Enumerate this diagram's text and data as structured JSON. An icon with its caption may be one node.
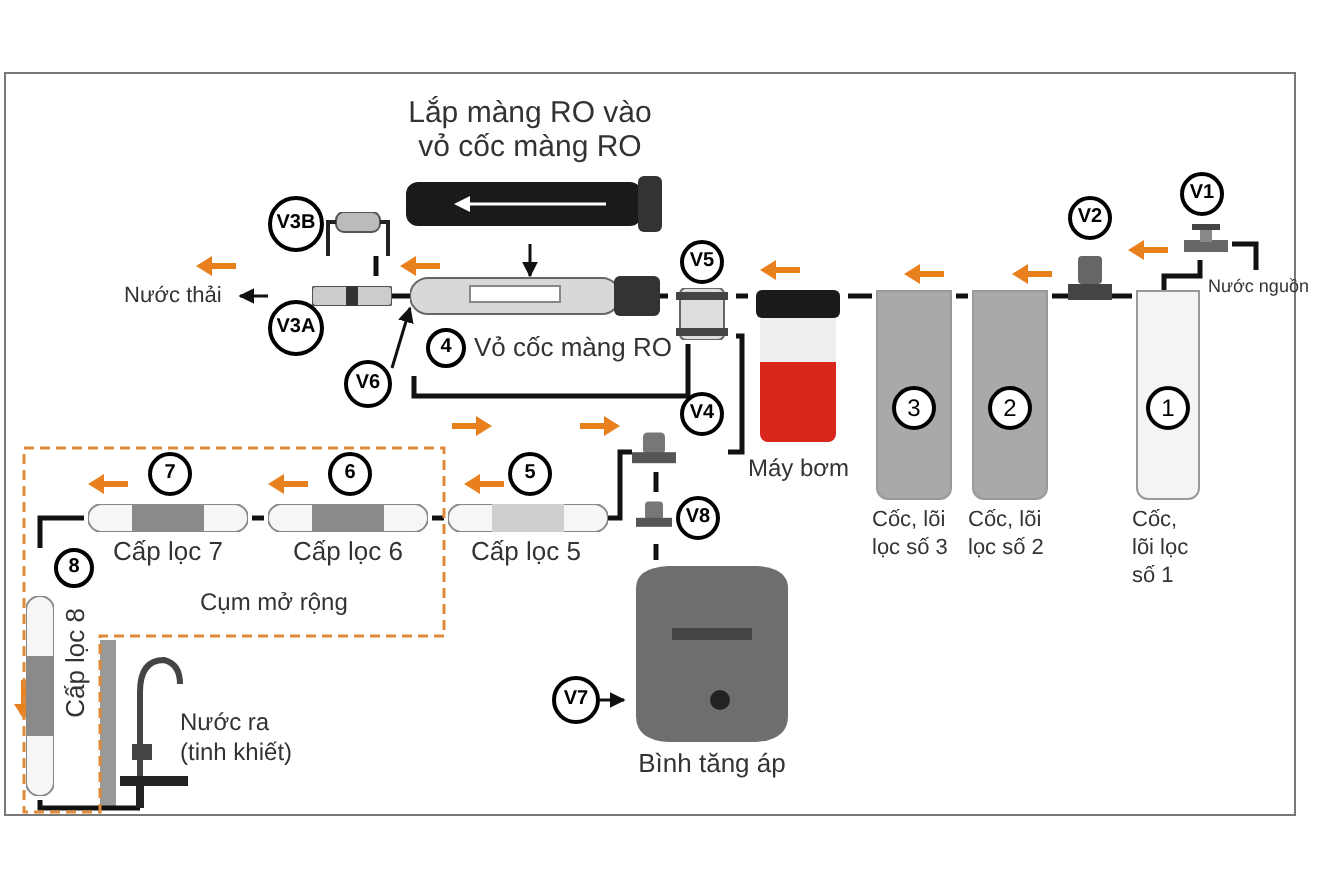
{
  "diagram": {
    "nodes": [
      {
        "text": [
          "Lắp màng RO vào vỏ cốc màng RO"
        ]
      },
      {
        "text": [
          "V3B"
        ]
      },
      {
        "text": [
          "V1"
        ]
      },
      {
        "text": [
          "V2"
        ]
      },
      {
        "text": [
          "V5"
        ]
      },
      {
        "text": [
          "Nước thải"
        ]
      },
      {
        "text": [
          "4",
          "Vỏ cốc màng RO"
        ]
      },
      {
        "text": [
          "V3A"
        ]
      },
      {
        "text": [
          "Nước nguồn"
        ]
      },
      {
        "text": [
          "3",
          "Cốc, lõi lọc số 3"
        ]
      },
      {
        "text": [
          "2",
          "Cốc, lõi lọc số 2"
        ]
      },
      {
        "text": [
          "1",
          "Cốc, lõi lọc số 1"
        ]
      },
      {
        "text": [
          "V6"
        ]
      },
      {
        "text": [
          "V4"
        ]
      },
      {
        "text": [
          "Máy bơm"
        ]
      },
      {
        "text": [
          "Cụm mở rộng"
        ]
      },
      {
        "text": [
          "7",
          "Cấp lọc 7"
        ],
        "in": 15
      },
      {
        "text": [
          "6",
          "Cấp lọc 6"
        ],
        "in": 15
      },
      {
        "text": [
          "5",
          "Cấp lọc 5"
        ]
      },
      {
        "text": [
          "V8"
        ]
      },
      {
        "text": [
          "8",
          "Cấp lọc 8"
        ],
        "in": 15
      },
      {
        "text": [
          "Bình tăng áp"
        ]
      },
      {
        "text": [
          "V7"
        ]
      },
      {
        "text": [
          "Nước ra (tinh khiết)"
        ]
      }
    ],
    "edges": [
      {
        "from": 8,
        "to": 2,
        "arrow": "none"
      },
      {
        "from": 2,
        "to": 11,
        "arrow": "none"
      },
      {
        "from": 11,
        "to": 3,
        "arrow": "none"
      },
      {
        "from": 3,
        "to": 10,
        "arrow": "none"
      },
      {
        "from": 10,
        "to": 9,
        "arrow": "none"
      },
      {
        "from": 9,
        "to": 14,
        "arrow": "none"
      },
      {
        "from": 14,
        "to": 4,
        "arrow": "none"
      },
      {
        "from": 4,
        "to": 6,
        "arrow": "none"
      },
      {
        "from": 6,
        "to": 7,
        "arrow": "none"
      },
      {
        "from": 7,
        "to": 5,
        "arrow": "to"
      },
      {
        "from": 1,
        "to": 7,
        "arrow": "none"
      },
      {
        "from": 6,
        "to": 4,
        "arrow": "none"
      },
      {
        "from": 4,
        "to": 13,
        "arrow": "none"
      },
      {
        "from": 13,
        "to": 18,
        "arrow": "none"
      },
      {
        "from": 13,
        "to": 19,
        "arrow": "none"
      },
      {
        "from": 19,
        "to": 21,
        "arrow": "none"
      },
      {
        "from": 18,
        "to": 17,
        "arrow": "none"
      },
      {
        "from": 17,
        "to": 16,
        "arrow": "none"
      },
      {
        "from": 16,
        "to": 20,
        "arrow": "none"
      },
      {
        "from": 20,
        "to": 23,
        "arrow": "none"
      },
      {
        "from": 0,
        "to": 6,
        "arrow": "to"
      },
      {
        "from": 12,
        "to": 6,
        "arrow": "to"
      },
      {
        "from": 22,
        "to": 21,
        "arrow": "to"
      }
    ]
  }
}
